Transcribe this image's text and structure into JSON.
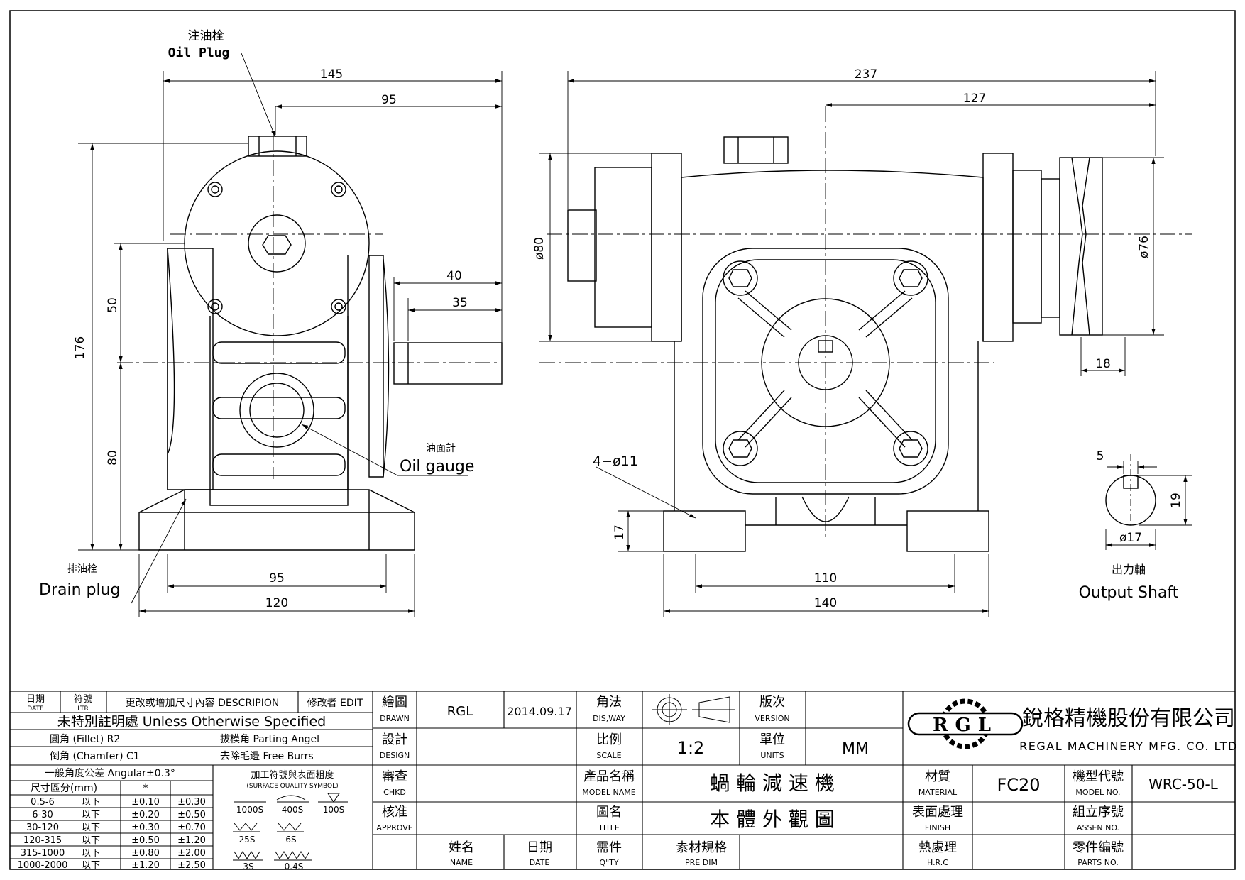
{
  "callouts": {
    "oil_plug_cn": "注油栓",
    "oil_plug_en": "Oil Plug",
    "oil_gauge_cn": "油面計",
    "oil_gauge_en": "Oil gauge",
    "drain_plug_cn": "排油栓",
    "drain_plug_en": "Drain plug",
    "output_shaft_cn": "出力軸",
    "output_shaft_en": "Output Shaft",
    "holes": "4−ø11"
  },
  "dimensions": {
    "side_145": "145",
    "side_95_top": "95",
    "side_40": "40",
    "side_35": "35",
    "side_176": "176",
    "side_50": "50",
    "side_80": "80",
    "side_95_bottom": "95",
    "side_120": "120",
    "front_237": "237",
    "front_127": "127",
    "front_d80": "ø80",
    "front_d76": "ø76",
    "front_18": "18",
    "front_17": "17",
    "front_110": "110",
    "front_140": "140",
    "shaft_5": "5",
    "shaft_19": "19",
    "shaft_d17": "ø17"
  },
  "revision_block": {
    "col_date_cn": "日期",
    "col_date_en": "DATE",
    "col_ltr_cn": "符號",
    "col_ltr_en": "LTR",
    "col_desc": "更改或增加尺寸內容 DESCRIPION",
    "col_edit": "修改者 EDIT"
  },
  "tolerances": {
    "title": "未特別註明處 Unless Otherwise Specified",
    "fillet": "圓角 (Fillet) R2",
    "parting": "拔模角 Parting Angel",
    "chamfer": "倒角 (Chamfer) C1",
    "burrs": "去除毛邊 Free Burrs",
    "angular": "一般角度公差 Angular±0.3°",
    "size_header": "尺寸區分(mm)",
    "star": "*",
    "rows": [
      {
        "range": "0.5-6",
        "below": "以下",
        "a": "±0.10",
        "b": "±0.30"
      },
      {
        "range": "6-30",
        "below": "以下",
        "a": "±0.20",
        "b": "±0.50"
      },
      {
        "range": "30-120",
        "below": "以下",
        "a": "±0.30",
        "b": "±0.70"
      },
      {
        "range": "120-315",
        "below": "以下",
        "a": "±0.50",
        "b": "±1.20"
      },
      {
        "range": "315-1000",
        "below": "以下",
        "a": "±0.80",
        "b": "±2.00"
      },
      {
        "range": "1000-2000",
        "below": "以下",
        "a": "±1.20",
        "b": "±2.50"
      }
    ],
    "surface_title": "加工符號與表面粗度",
    "surface_sub": "(SURFACE QUALITY SYMBOL)",
    "surface_values": [
      "1000S",
      "400S",
      "100S",
      "25S",
      "6S",
      "3S",
      "0.4S"
    ]
  },
  "title_block": {
    "drawn_cn": "繪圖",
    "drawn_en": "DRAWN",
    "drawn_by": "RGL",
    "drawn_date": "2014.09.17",
    "design_cn": "設計",
    "design_en": "DESIGN",
    "chkd_cn": "審查",
    "chkd_en": "CHKD",
    "approve_cn": "核准",
    "approve_en": "APPROVE",
    "name_cn": "姓名",
    "name_en": "NAME",
    "date_cn": "日期",
    "date_en": "DATE",
    "dis_cn": "角法",
    "dis_en": "DIS,WAY",
    "scale_cn": "比例",
    "scale_en": "SCALE",
    "scale": "1:2",
    "model_name_cn": "產品名稱",
    "model_name_en": "MODEL NAME",
    "model_name": "蝸 輪 減 速 機",
    "title_cn": "圖名",
    "title_en": "TITLE",
    "title": "本 體 外 觀 圖",
    "qty_cn": "需件",
    "qty_en": "Q\"TY",
    "pre_dim_cn": "素材規格",
    "pre_dim_en": "PRE DIM",
    "version_cn": "版次",
    "version_en": "VERSION",
    "units_cn": "單位",
    "units_en": "UNITS",
    "units": "MM",
    "material_cn": "材質",
    "material_en": "MATERIAL",
    "material": "FC20",
    "finish_cn": "表面處理",
    "finish_en": "FINISH",
    "hrc_cn": "熱處理",
    "hrc_en": "H.R.C",
    "model_no_cn": "機型代號",
    "model_no_en": "MODEL NO.",
    "model_no": "WRC-50-L",
    "assen_cn": "組立序號",
    "assen_en": "ASSEN NO.",
    "parts_cn": "零件編號",
    "parts_en": "PARTS NO.",
    "company_cn": "銳格精機股份有限公司",
    "company_en": "REGAL MACHINERY MFG. CO. LTD",
    "logo_text": "RGL"
  }
}
